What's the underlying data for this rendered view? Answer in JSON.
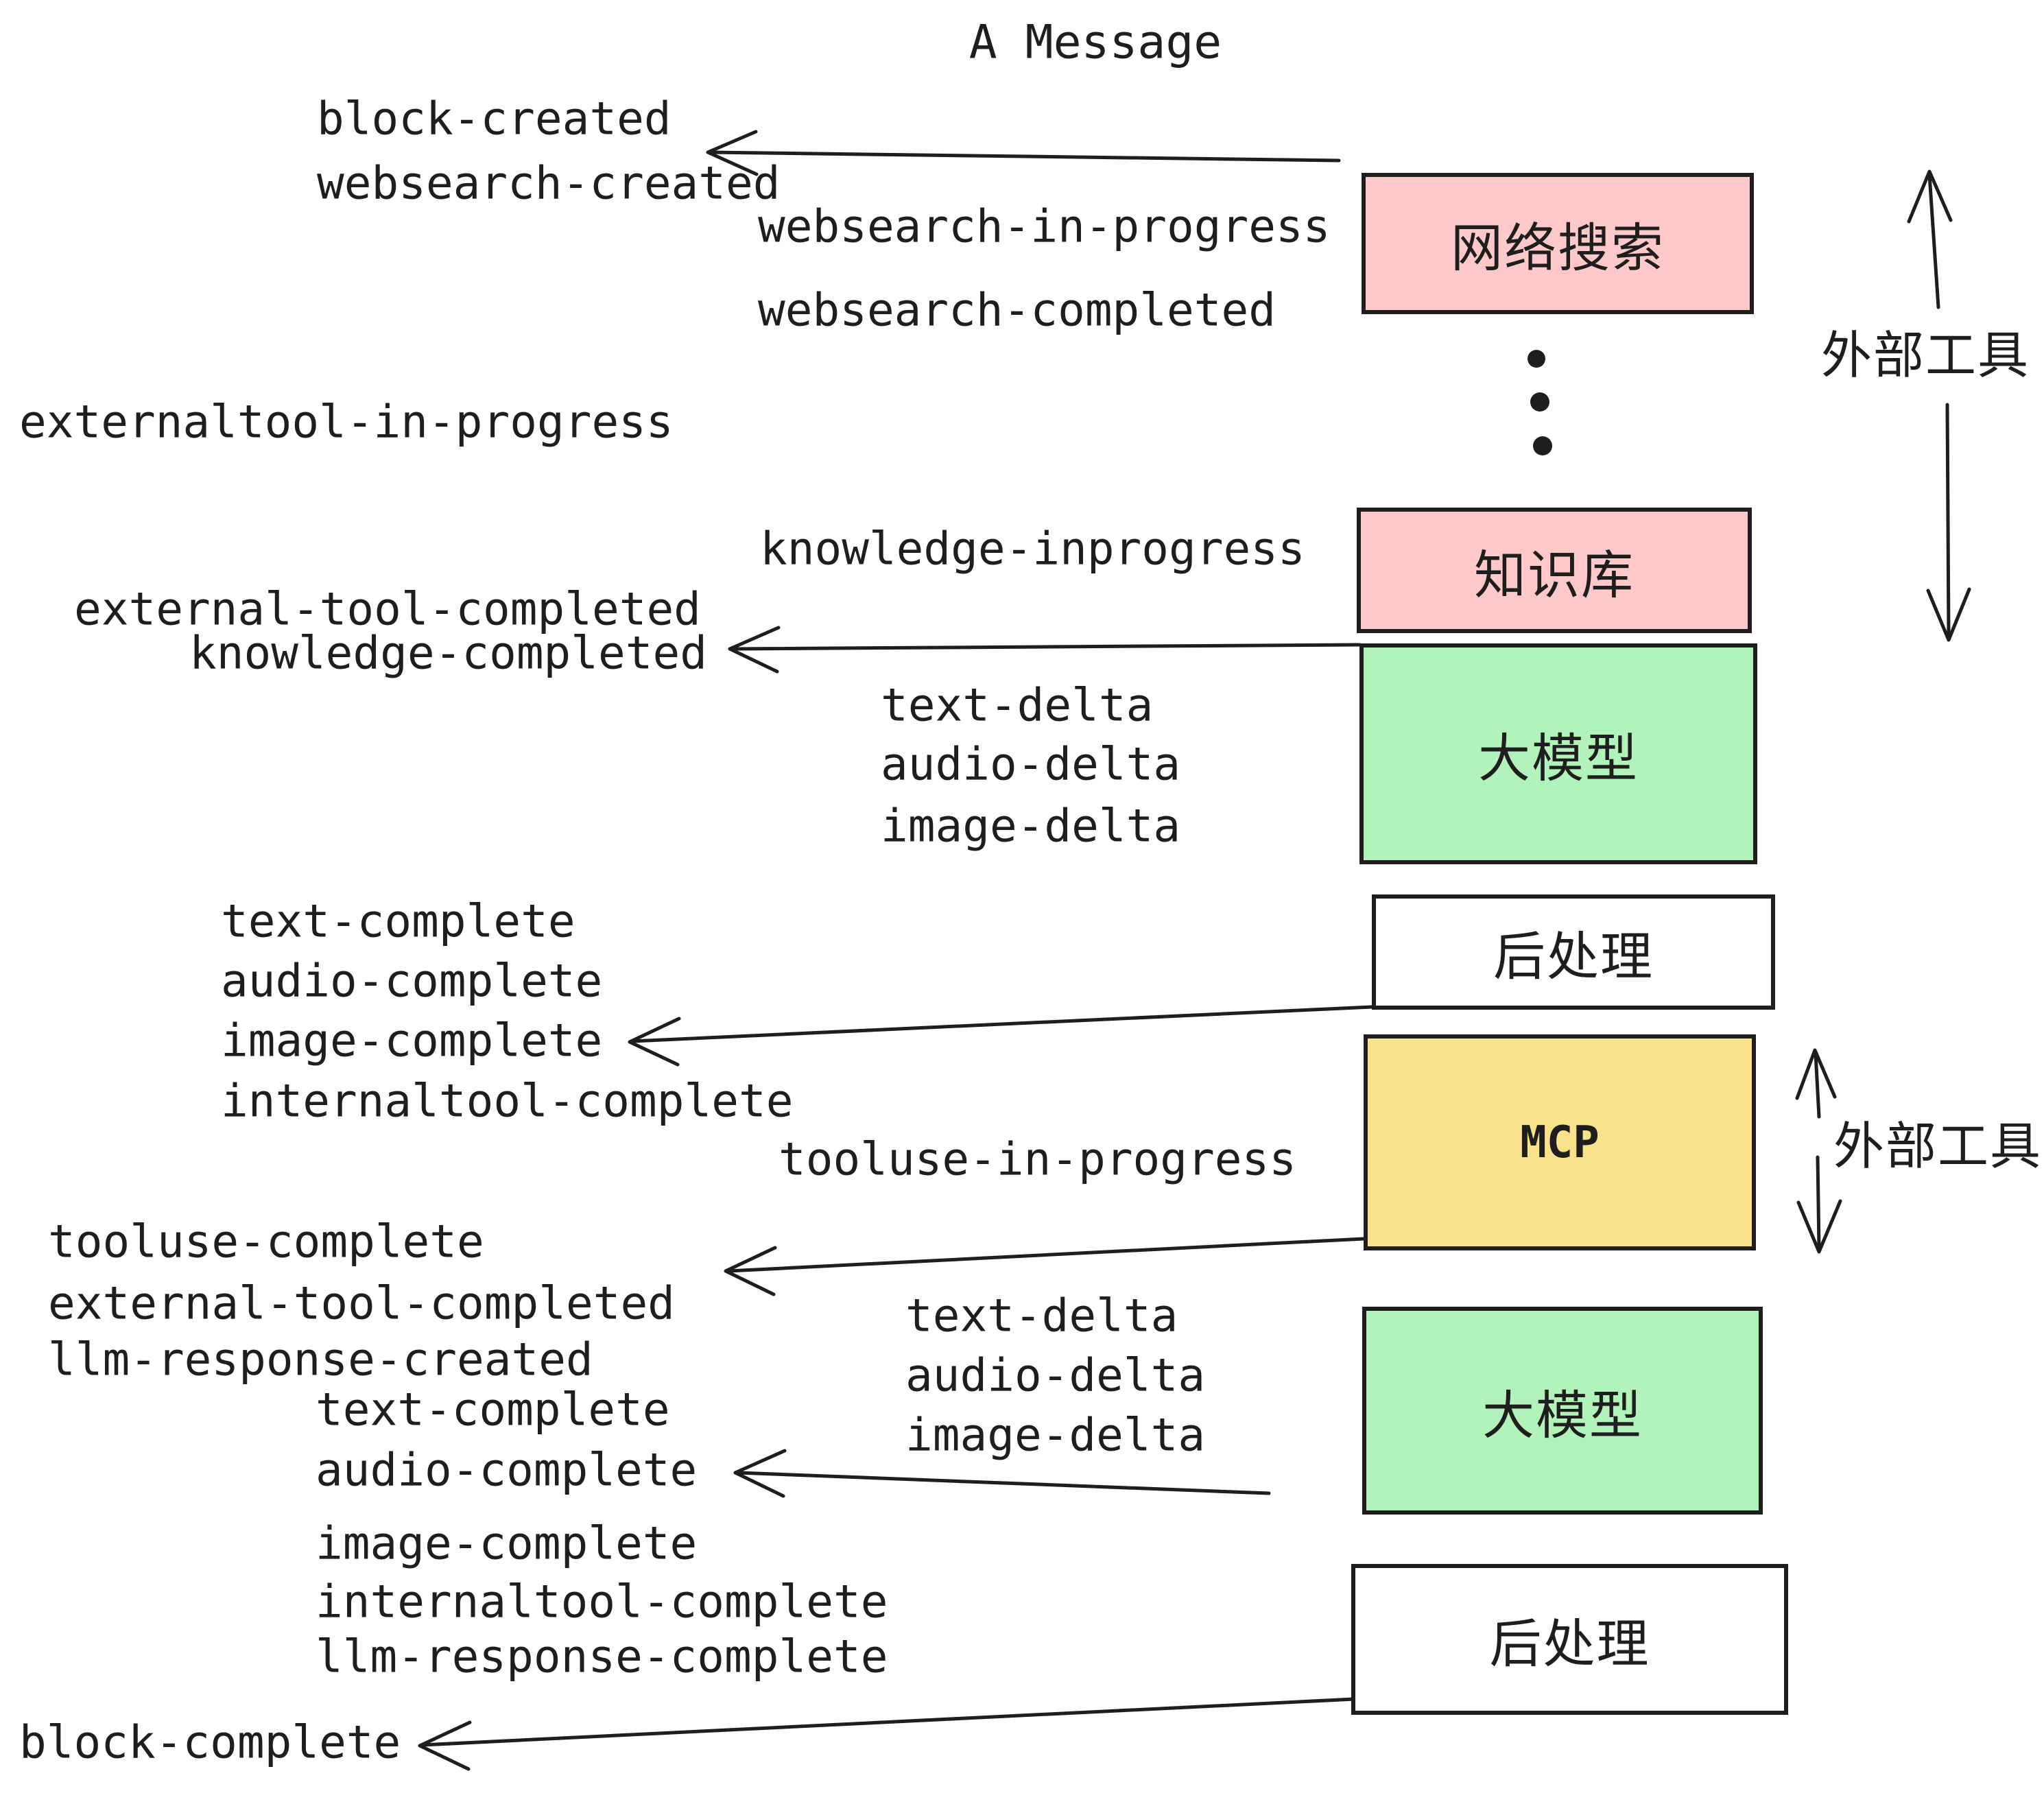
{
  "title": "A Message",
  "colors": {
    "stroke": "#1e1e1e",
    "pink": "#ffc9c9",
    "green": "#b2f2bb",
    "yellow": "#f9e28a",
    "white": "#ffffff"
  },
  "boxes": {
    "websearch": "网络搜索",
    "knowledge": "知识库",
    "llm1": "大模型",
    "post1": "后处理",
    "mcp": "MCP",
    "llm2": "大模型",
    "post2": "后处理"
  },
  "side_labels": {
    "external_tools_top": "外部工具",
    "external_tools_mcp": "外部工具"
  },
  "events": [
    {
      "label": "block-created"
    },
    {
      "label": "websearch-created"
    },
    {
      "label": "websearch-in-progress"
    },
    {
      "label": "websearch-completed"
    },
    {
      "label": "externaltool-in-progress"
    },
    {
      "label": "knowledge-inprogress"
    },
    {
      "label": "external-tool-completed"
    },
    {
      "label": "knowledge-completed"
    },
    {
      "label": "text-delta"
    },
    {
      "label": "audio-delta"
    },
    {
      "label": "image-delta"
    },
    {
      "label": "text-complete"
    },
    {
      "label": "audio-complete"
    },
    {
      "label": "image-complete"
    },
    {
      "label": "internaltool-complete"
    },
    {
      "label": "tooluse-in-progress"
    },
    {
      "label": "tooluse-complete"
    },
    {
      "label": "external-tool-completed"
    },
    {
      "label": "llm-response-created"
    },
    {
      "label": "text-delta"
    },
    {
      "label": "audio-delta"
    },
    {
      "label": "image-delta"
    },
    {
      "label": "text-complete"
    },
    {
      "label": "audio-complete"
    },
    {
      "label": "image-complete"
    },
    {
      "label": "internaltool-complete"
    },
    {
      "label": "llm-response-complete"
    },
    {
      "label": "block-complete"
    }
  ]
}
